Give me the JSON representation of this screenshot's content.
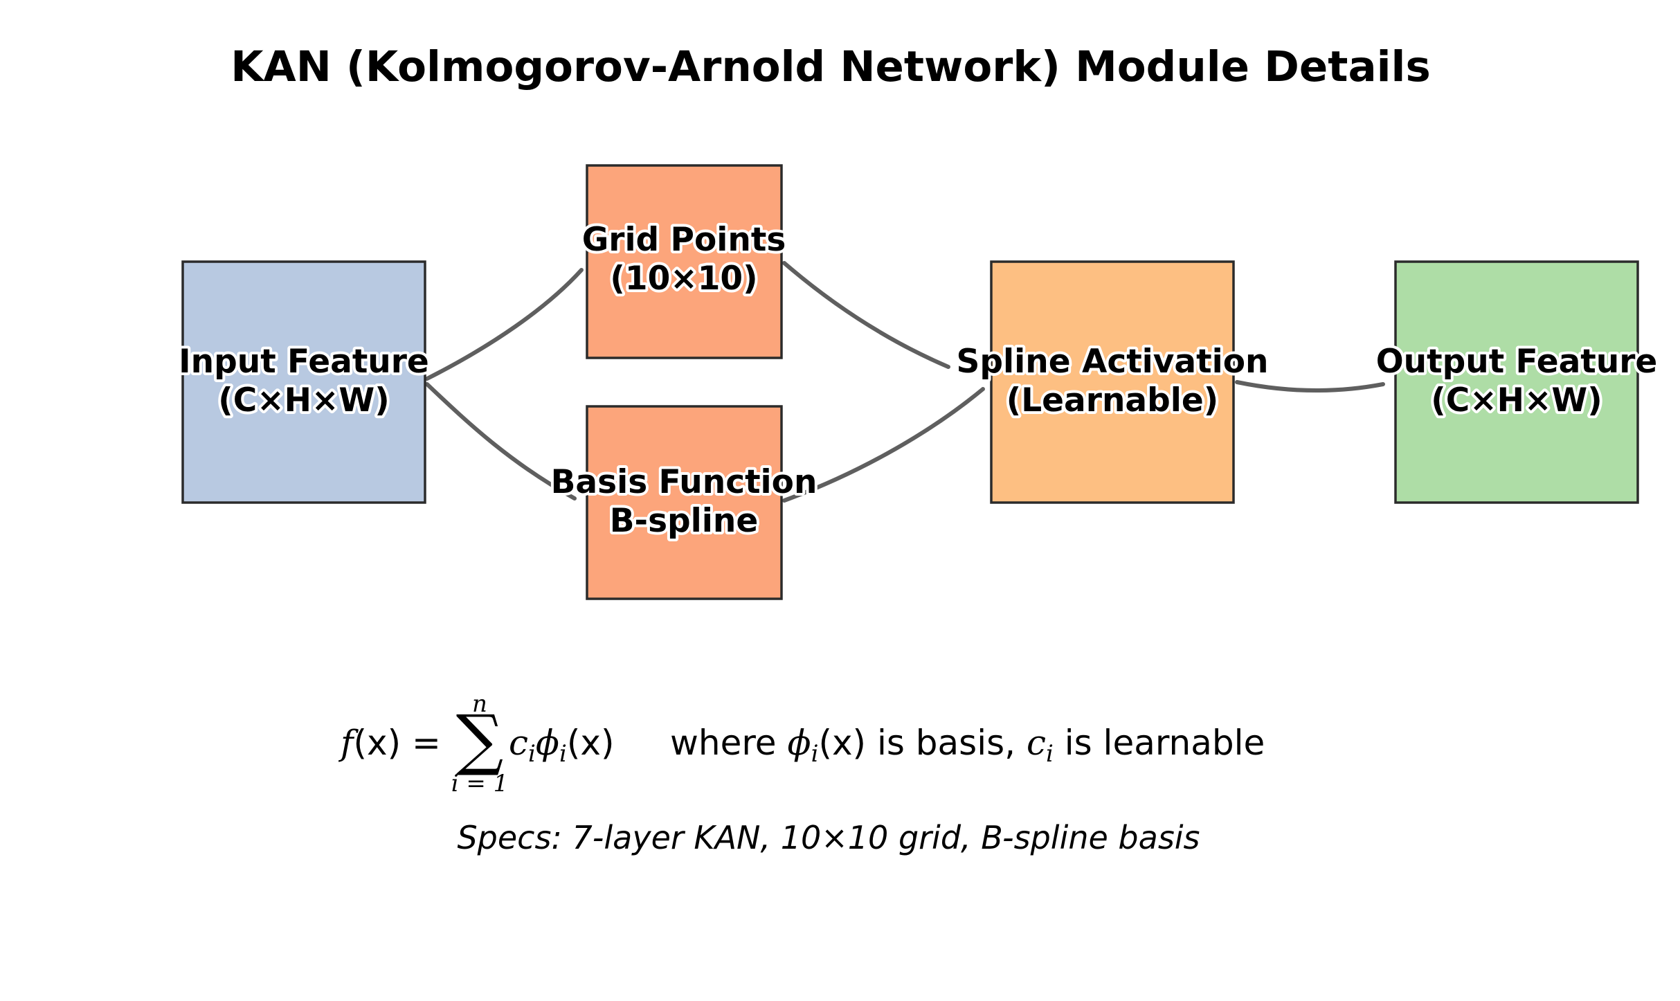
{
  "title": "KAN (Kolmogorov-Arnold Network) Module Details",
  "nodes": {
    "input": {
      "line1": "Input Feature",
      "line2": "(C×H×W)",
      "color": "#b8c9e1"
    },
    "grid": {
      "line1": "Grid Points",
      "line2": "(10×10)",
      "color": "#fca57b"
    },
    "basis": {
      "line1": "Basis Function",
      "line2": "B-spline",
      "color": "#fca57b"
    },
    "spline": {
      "line1": "Spline Activation",
      "line2": "(Learnable)",
      "color": "#fdbf82"
    },
    "output": {
      "line1": "Output Feature",
      "line2": "(C×H×W)",
      "color": "#aedda6"
    }
  },
  "edges": [
    {
      "from": "input",
      "to": "grid"
    },
    {
      "from": "input",
      "to": "basis"
    },
    {
      "from": "grid",
      "to": "spline"
    },
    {
      "from": "basis",
      "to": "spline"
    },
    {
      "from": "spline",
      "to": "output"
    }
  ],
  "formula": {
    "f": "f",
    "lhs_arg": "(x) = ",
    "sum_upper": "n",
    "sum_lower": "i = 1",
    "sigma": "∑",
    "term_c": "c",
    "term_c_sub": "i",
    "term_phi": "ϕ",
    "term_phi_sub": "i",
    "term_arg": "(x)",
    "where_text": "where ",
    "where_phi": "ϕ",
    "where_phi_sub": "i",
    "where_arg": "(x)",
    "is_basis": " is basis, ",
    "where_c": "c",
    "where_c_sub": "i",
    "is_learnable": " is learnable"
  },
  "specs": "Specs: 7-layer KAN, 10×10 grid, B-spline basis",
  "colors": {
    "edge": "#5f5f5f",
    "box_border": "#2b2b2b"
  }
}
